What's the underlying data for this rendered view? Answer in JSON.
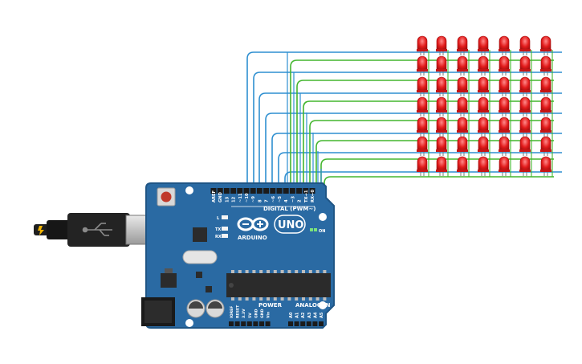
{
  "board": {
    "brand_text": "ARDUINO",
    "model_text": "UNO",
    "digital_header": "DIGITAL (PWM~)",
    "analog_header": "ANALOG IN",
    "power_header": "POWER",
    "on_label": "ON",
    "led_labels": {
      "l": "L",
      "tx": "TX",
      "rx": "RX"
    },
    "digital_pins": [
      "AREF",
      "GND",
      "13",
      "12",
      "~11",
      "~10",
      "~9",
      "8",
      "7",
      "~6",
      "~5",
      "4",
      "~3",
      "2",
      "TX→1",
      "RX←0"
    ],
    "power_pins": [
      "IOREF",
      "RESET",
      "3.3V",
      "5V",
      "GND",
      "GND",
      "Vin"
    ],
    "analog_pins": [
      "A0",
      "A1",
      "A2",
      "A3",
      "A4",
      "A5"
    ]
  },
  "led_matrix": {
    "rows": 7,
    "cols": 7,
    "color": "#e21b1b",
    "lit": true
  },
  "colors": {
    "board": "#2a6aa3",
    "board_edge": "#1f5585",
    "wire_blue": "#2e8fd0",
    "wire_green": "#43b62e",
    "led_red": "#e21b1b"
  }
}
